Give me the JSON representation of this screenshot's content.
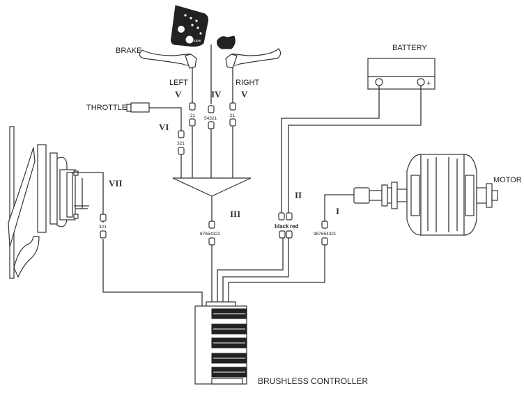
{
  "labels": {
    "brake": "BRAKE",
    "left": "LEFT",
    "right": "RIGHT",
    "throttle": "THROTTLE",
    "battery": "BATTERY",
    "motor": "MOTOR",
    "controller": "BRUSHLESS CONTROLLER",
    "battery_plus": "+",
    "display_sub": "Cruise"
  },
  "roman": {
    "v_left": "V",
    "iv": "IV",
    "v_right": "V",
    "vi": "VI",
    "vii": "VII",
    "iii": "III",
    "ii": "II",
    "i": "I"
  },
  "pins": {
    "brake_left": "21",
    "display": "54321",
    "brake_right": "21",
    "throttle": "321",
    "sensor": "321",
    "hub": "87654321",
    "black": "black",
    "red": "red",
    "motor": "987654321"
  },
  "colors": {
    "line": "#333333",
    "fill": "#222222"
  }
}
